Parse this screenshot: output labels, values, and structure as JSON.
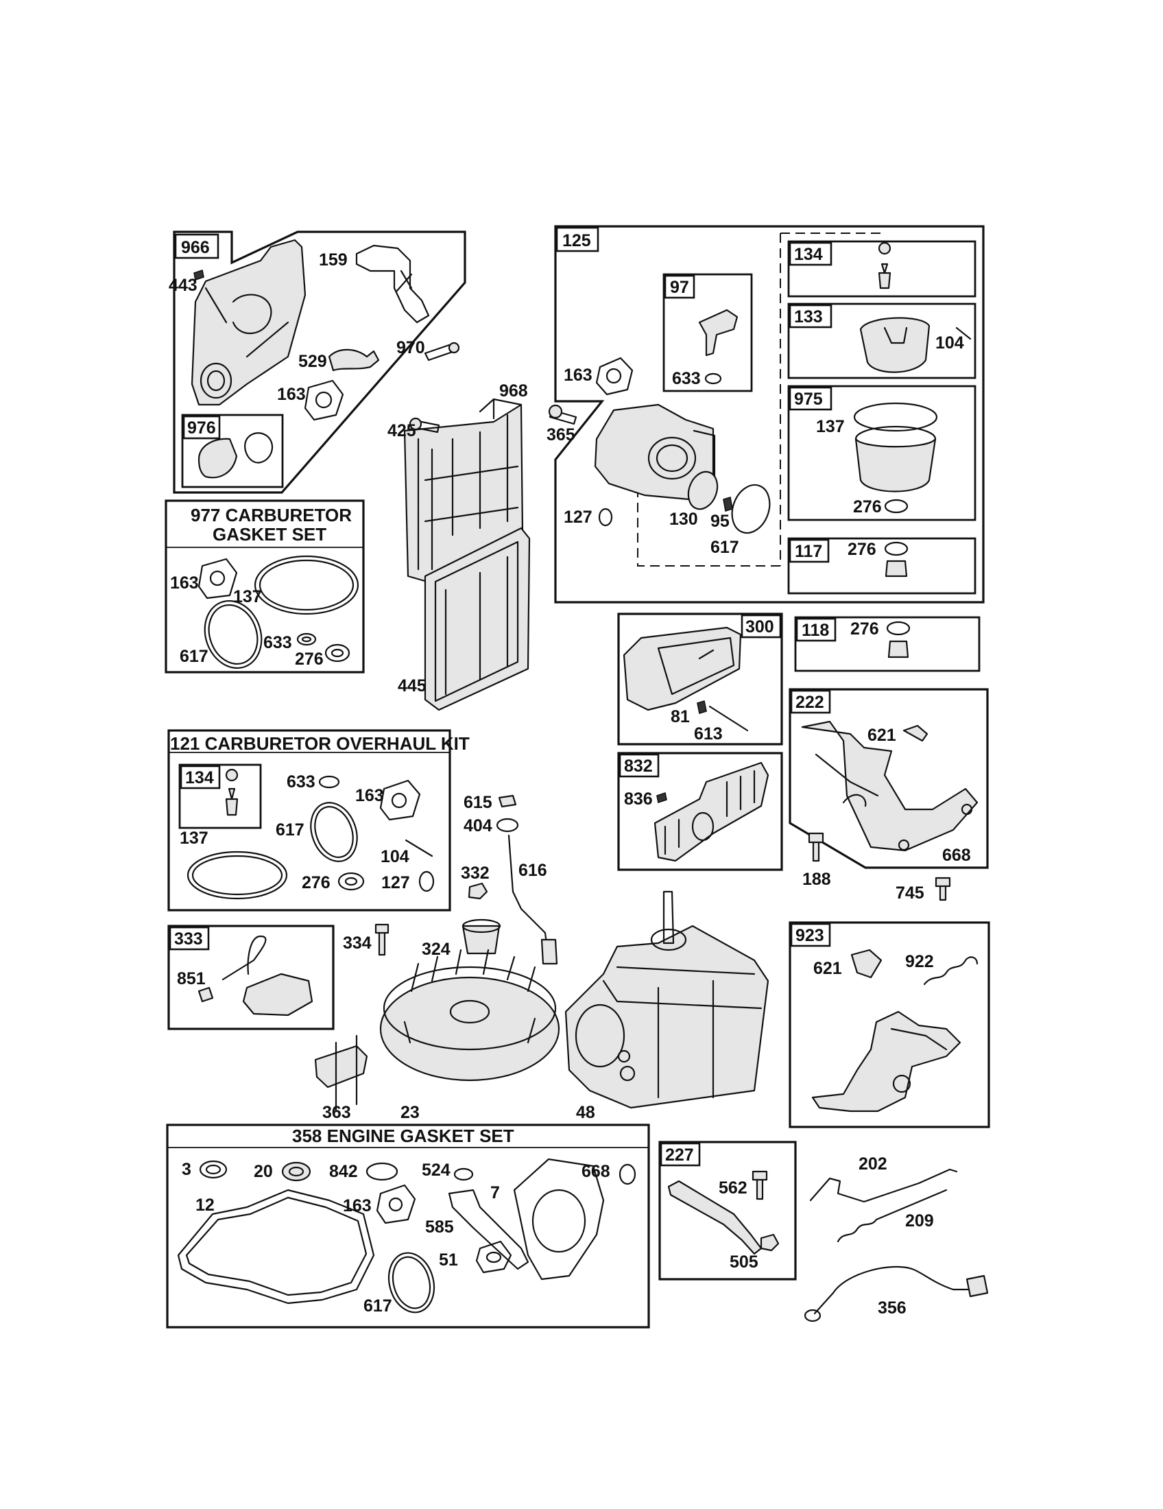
{
  "diagram": {
    "callouts": {
      "c443": "443",
      "c159": "159",
      "c529": "529",
      "c970": "970",
      "c163a": "163",
      "c968": "968",
      "c425": "425",
      "c445": "445",
      "c163b": "163",
      "c633a": "633",
      "c365": "365",
      "c127a": "127",
      "c130": "130",
      "c95": "95",
      "c617a": "617",
      "c104a": "104",
      "c137a": "137",
      "c276a": "276",
      "c276b": "276",
      "c276c": "276",
      "c163c": "163",
      "c137b": "137",
      "c617b": "617",
      "c633b": "633",
      "c276d": "276",
      "c81": "81",
      "c613": "613",
      "c621a": "621",
      "c668a": "668",
      "c188": "188",
      "c745": "745",
      "c836": "836",
      "c633c": "633",
      "c163d": "163",
      "c617c": "617",
      "c104b": "104",
      "c137c": "137",
      "c276e": "276",
      "c127b": "127",
      "c615": "615",
      "c404": "404",
      "c616": "616",
      "c332": "332",
      "c334": "334",
      "c324": "324",
      "c851": "851",
      "c363": "363",
      "c23": "23",
      "c48": "48",
      "c621b": "621",
      "c922": "922",
      "c3": "3",
      "c20": "20",
      "c842": "842",
      "c524": "524",
      "c668b": "668",
      "c7": "7",
      "c12": "12",
      "c163e": "163",
      "c585": "585",
      "c51": "51",
      "c617d": "617",
      "c562": "562",
      "c505": "505",
      "c202": "202",
      "c209": "209",
      "c356": "356"
    },
    "boxes": {
      "b966": "966",
      "b976": "976",
      "b125": "125",
      "b134a": "134",
      "b97": "97",
      "b133": "133",
      "b975": "975",
      "b117": "117",
      "b300": "300",
      "b118": "118",
      "b222": "222",
      "b832": "832",
      "b134b": "134",
      "b333": "333",
      "b923": "923",
      "b227": "227"
    },
    "titles": {
      "t977a": "977 CARBURETOR",
      "t977b": "GASKET SET",
      "t121": "121 CARBURETOR OVERHAUL KIT",
      "t358": "358 ENGINE GASKET SET"
    }
  }
}
